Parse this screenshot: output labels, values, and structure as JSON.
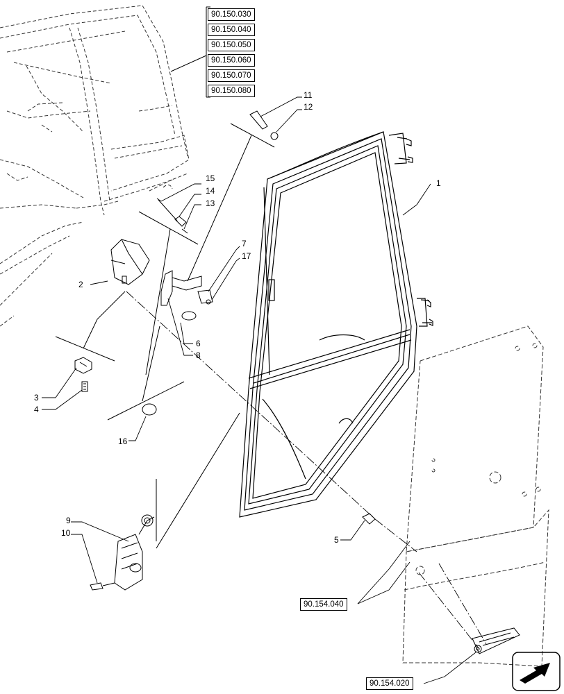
{
  "reference_list": [
    "90.150.030",
    "90.150.040",
    "90.150.050",
    "90.150.060",
    "90.150.070",
    "90.150.080"
  ],
  "ref_glass": "90.154.040",
  "ref_lower": "90.154.020",
  "callouts": {
    "c1": "1",
    "c2": "2",
    "c3": "3",
    "c4": "4",
    "c5": "5",
    "c6": "6",
    "c7": "7",
    "c8": "8",
    "c9": "9",
    "c10": "10",
    "c11": "11",
    "c12": "12",
    "c13": "13",
    "c14": "14",
    "c15": "15",
    "c16": "16",
    "c17": "17"
  },
  "nav_icon": "next-page-arrow-icon"
}
